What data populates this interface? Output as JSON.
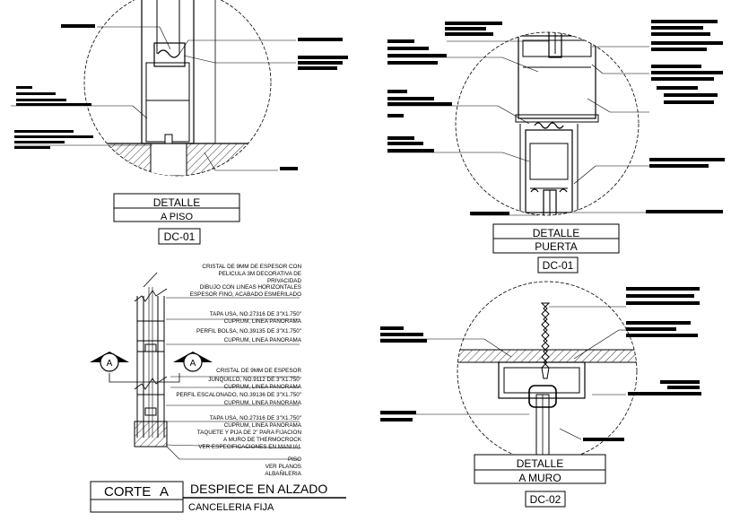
{
  "details": {
    "floor": {
      "title_line1": "DETALLE",
      "title_line2": "A PISO",
      "code": "DC-01"
    },
    "door": {
      "title_line1": "DETALLE",
      "title_line2": "PUERTA",
      "code": "DC-01"
    },
    "wall": {
      "title_line1": "DETALLE",
      "title_line2": "A MURO",
      "code": "DC-02"
    }
  },
  "section": {
    "label": "CORTE",
    "letter": "A",
    "title": "DESPIECE EN ALZADO",
    "subtitle": "CANCELERIA FIJA",
    "marker_letter": "A",
    "notes": [
      "CRISTAL DE 9MM DE ESPESOR CON",
      "PELICULA 3M DECORATIVA DE",
      "PRIVACIDAD",
      "DIBUJO CON LINEAS HORIZONTALES",
      "ESPESOR FINO, ACABADO ESMERILADO",
      "TAPA USA, NO.27316 DE 3\"X1.750\"",
      "CUPRUM, LINEA PANORAMA",
      "PERFIL BOLSA, NO.39135 DE 3\"X1.750\"",
      "CUPRUM, LINEA PANORAMA",
      "CRISTAL DE 9MM DE ESPESOR",
      "JUNQUILLO, NO.9112 DE 3\"X1.750\"",
      "CUPRUM, LINEA PANORAMA",
      "PERFIL ESCALONADO, NO.39136 DE 3\"X1.750\"",
      "CUPRUM, LINEA PANORAMA",
      "TAPA USA, NO.27316 DE 3\"X1.750\"",
      "CUPRUM, LINEA PANORAMA",
      "TAQUETE Y PIJA DE 2\" PARA FIJACION",
      "A MURO DE THERMOCROCK",
      "VER ESPECIFICACIONES EN MANUAL",
      "PISO",
      "VER PLANOS",
      "ALBAÑILERIA"
    ]
  }
}
